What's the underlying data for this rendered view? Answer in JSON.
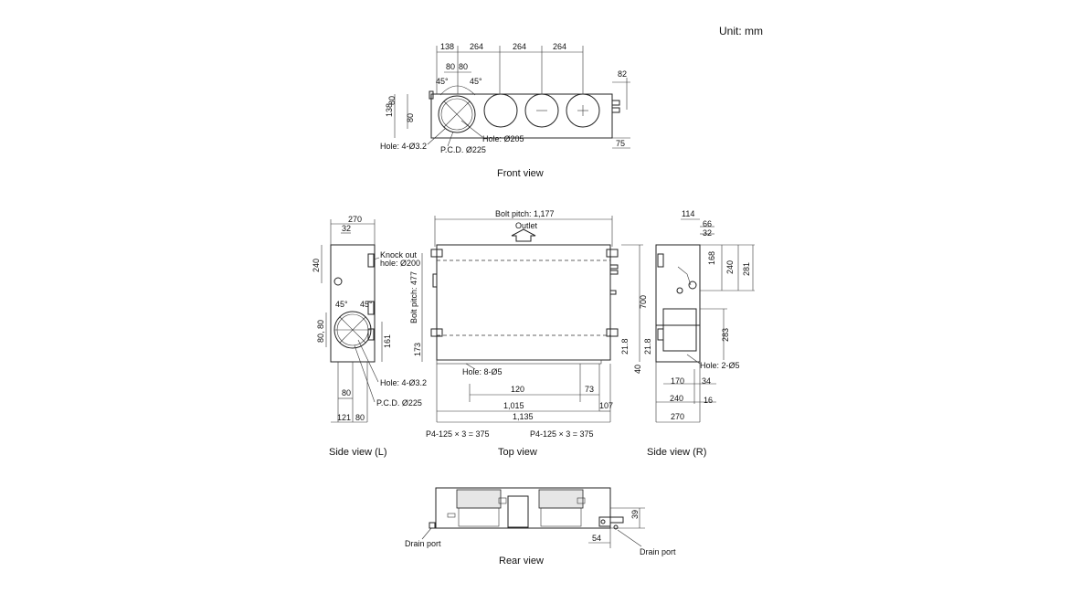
{
  "unit_label": "Unit: mm",
  "front_view": {
    "caption": "Front view",
    "dims": {
      "d138_top": "138",
      "d264_a": "264",
      "d264_b": "264",
      "d264_c": "264",
      "d80_a": "80",
      "d80_b": "80",
      "d82": "82",
      "d138_left": "138",
      "d80_left_a": "80",
      "d80_left_b": "80",
      "d75": "75",
      "deg_a": "45°",
      "deg_b": "45°"
    },
    "labels": {
      "hole_205": "Hole: Ø205",
      "hole_4": "Hole: 4-Ø3.2",
      "pcd": "P.C.D. Ø225"
    }
  },
  "side_view_left": {
    "caption": "Side view  (L)",
    "dims": {
      "d270": "270",
      "d32": "32",
      "d240": "240",
      "d80_80": "80, 80",
      "d161": "161",
      "d80": "80",
      "d121": "121",
      "d80_b": "80",
      "deg_a": "45°",
      "deg_b": "45°"
    },
    "labels": {
      "knock_out": "Knock out",
      "knock_hole": "hole: Ø200",
      "hole_4": "Hole: 4-Ø3.2",
      "pcd": "P.C.D. Ø225"
    }
  },
  "top_view": {
    "caption": "Top view",
    "dims": {
      "bolt_pitch_h": "Bolt pitch: 1,177",
      "outlet": "Outlet",
      "bolt_pitch_v": "Bolt pitch: 477",
      "d700": "700",
      "d173": "173",
      "d21_8": "21.8",
      "d120": "120",
      "d73": "73",
      "d1015": "1,015",
      "d107": "107",
      "d1135": "1,135",
      "d40": "40"
    },
    "labels": {
      "hole_8": "Hole: 8-Ø5",
      "p4_left": "P4-125 × 3 = 375",
      "p4_right": "P4-125 × 3 = 375"
    }
  },
  "side_view_right": {
    "caption": "Side view  (R)",
    "dims": {
      "d114": "114",
      "d66": "66",
      "d32": "32",
      "d168": "168",
      "d240": "240",
      "d281": "281",
      "d283": "283",
      "d21_8": "21.8",
      "d170": "170",
      "d34": "34",
      "d240_b": "240",
      "d16": "16",
      "d270": "270"
    },
    "labels": {
      "hole_2": "Hole: 2-Ø5"
    }
  },
  "rear_view": {
    "caption": "Rear view",
    "dims": {
      "d39": "39",
      "d54": "54"
    },
    "labels": {
      "drain_left": "Drain port",
      "drain_right": "Drain port"
    }
  }
}
